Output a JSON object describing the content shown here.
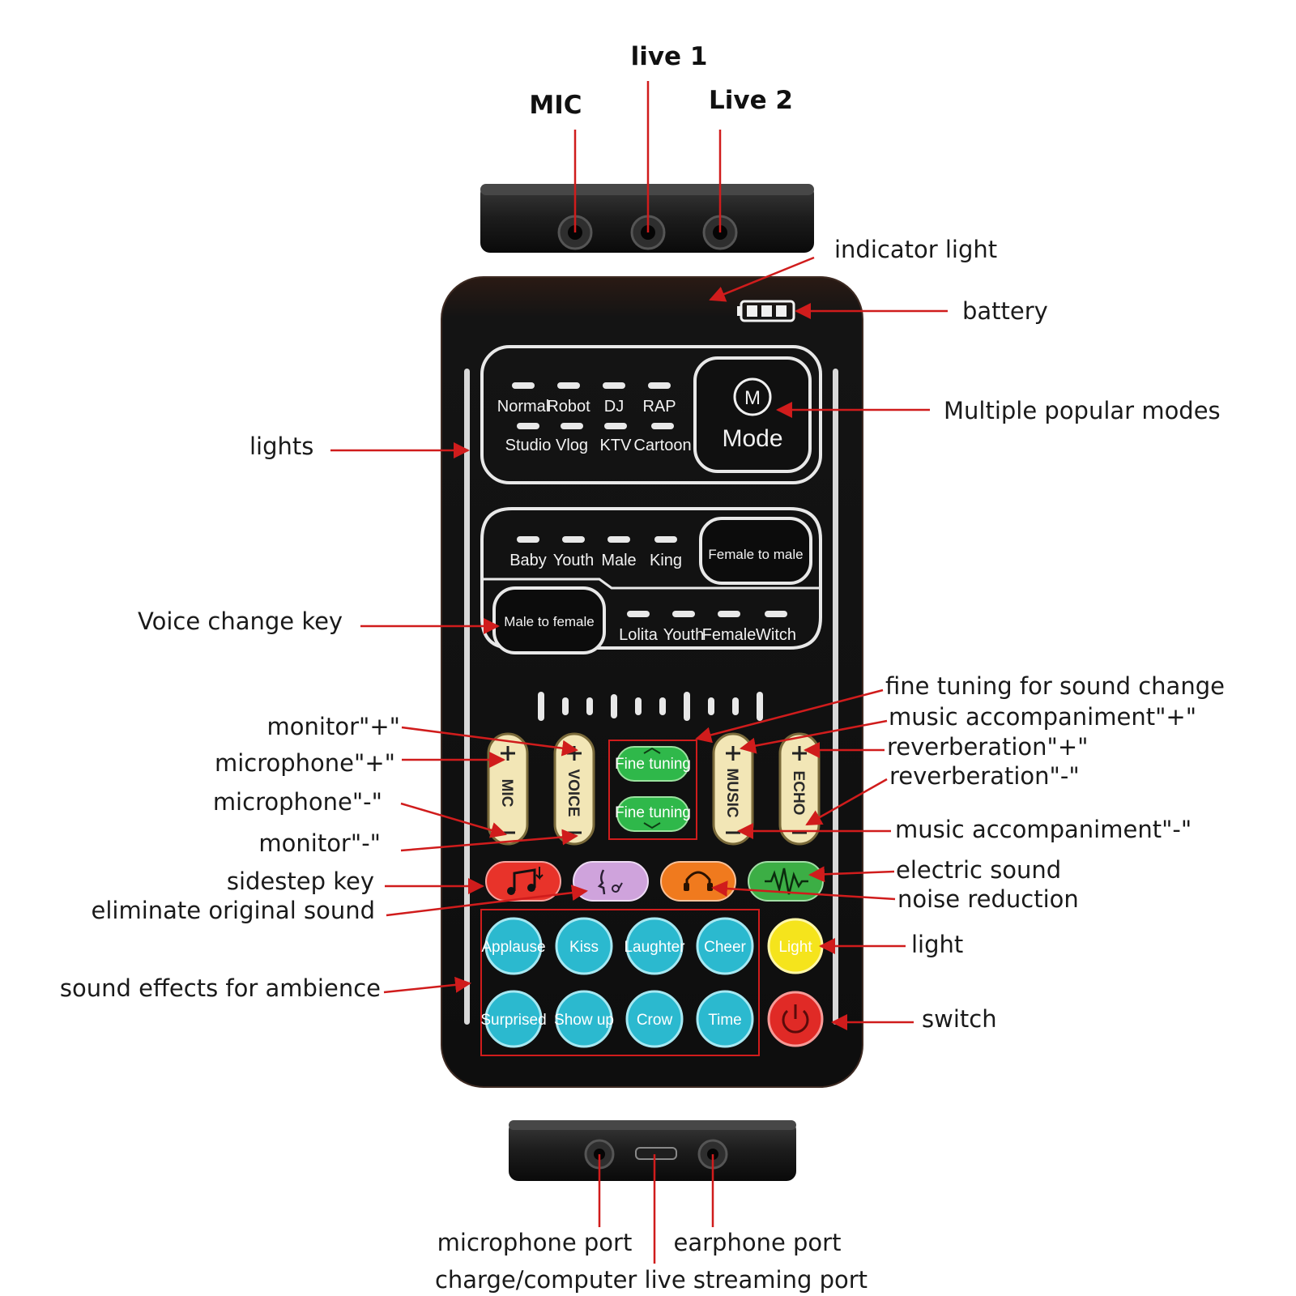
{
  "top_labels": {
    "mic": "MIC",
    "live1": "live 1",
    "live2": "Live 2"
  },
  "callouts": {
    "indicator_light": "indicator light",
    "battery": "battery",
    "multiple_modes": "Multiple popular modes",
    "lights": "lights",
    "voice_change_key": "Voice change key",
    "fine_tuning": "fine tuning for sound change",
    "music_plus": "music accompaniment\"+\"",
    "reverb_plus": "reverberation\"+\"",
    "reverb_minus": "reverberation\"-\"",
    "music_minus": "music accompaniment\"-\"",
    "monitor_plus": "monitor\"+\"",
    "mic_plus": "microphone\"+\"",
    "mic_minus": "microphone\"-\"",
    "monitor_minus": "monitor\"-\"",
    "sidestep_key": "sidestep key",
    "eliminate_original": "eliminate original sound",
    "electric_sound": "electric sound",
    "noise_reduction": "noise reduction",
    "light": "light",
    "sound_effects": "sound effects for ambience",
    "switch": "switch"
  },
  "bottom_labels": {
    "mic_port": "microphone port",
    "earphone_port": "earphone port",
    "charge_port": "charge/computer live streaming port"
  },
  "device": {
    "modes_row1": [
      "Normal",
      "Robot",
      "DJ",
      "RAP"
    ],
    "modes_row2": [
      "Studio",
      "Vlog",
      "KTV",
      "Cartoon"
    ],
    "mode_icon": "M",
    "mode_label": "Mode",
    "voice_row1": [
      "Baby",
      "Youth",
      "Male",
      "King"
    ],
    "female_to_male": "Female to male",
    "male_to_female": "Male to female",
    "voice_row2": [
      "Lolita",
      "Youth",
      "Female",
      "Witch"
    ],
    "sliders": [
      "MIC",
      "VOICE",
      "MUSIC",
      "ECHO"
    ],
    "fine_tuning_up": "Fine tuning",
    "fine_tuning_down": "Fine tuning",
    "effects_row1": [
      "Applause",
      "Kiss",
      "Laughter",
      "Cheer"
    ],
    "effects_row2": [
      "Surprised",
      "Show up",
      "Crow",
      "Time"
    ],
    "light_button": "Light"
  },
  "colors": {
    "accent_red": "#d01c1c",
    "body": "#121212",
    "sidestep": "#e8332a",
    "eliminate": "#cfa3dc",
    "noise": "#f07a1e",
    "electric": "#3cae45",
    "effect": "#2bb9cf",
    "light_btn": "#f5e41c",
    "switch_btn": "#e02a26",
    "fine": "#2fb84a"
  }
}
